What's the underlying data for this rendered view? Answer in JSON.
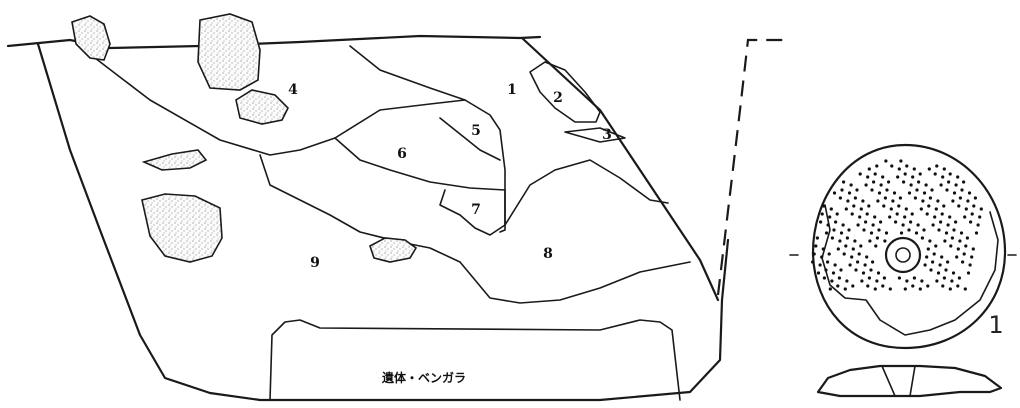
{
  "section": {
    "layers": [
      {
        "id": "1",
        "label": "1"
      },
      {
        "id": "2",
        "label": "2"
      },
      {
        "id": "3",
        "label": "3"
      },
      {
        "id": "4",
        "label": "4"
      },
      {
        "id": "5",
        "label": "5"
      },
      {
        "id": "6",
        "label": "6"
      },
      {
        "id": "7",
        "label": "7"
      },
      {
        "id": "8",
        "label": "8"
      },
      {
        "id": "9",
        "label": "9"
      }
    ],
    "burial_note": "遺体・ベンガラ"
  },
  "artifact": {
    "figure_number": "1"
  }
}
